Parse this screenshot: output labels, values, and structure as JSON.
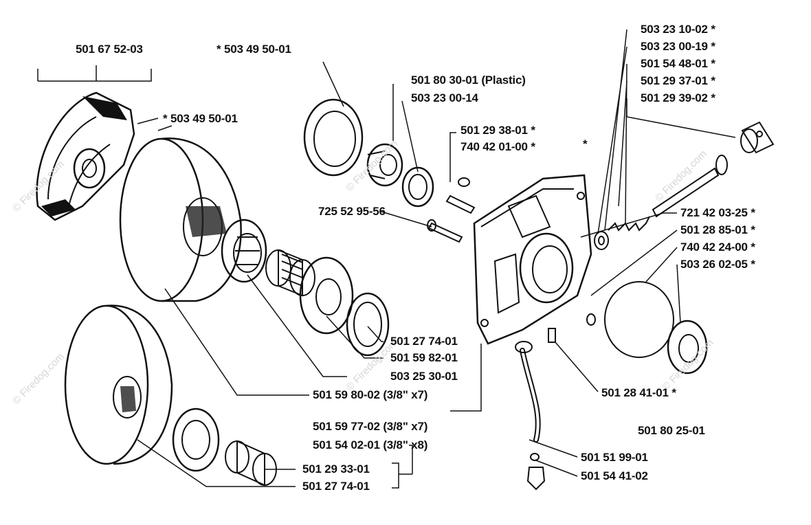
{
  "watermark": "© Firedog.com",
  "labels": {
    "l01": "501 67 52-03",
    "l02": "* 503 49 50-01",
    "l03": "* 503 49 50-01",
    "l04": "501 80 30-01 (Plastic)",
    "l05": "503 23 00-14",
    "l06": "501 29 38-01 *",
    "l07": "740 42 01-00 *",
    "l08": "*",
    "l09": "725 52 95-56",
    "l10": "503 23 10-02 *",
    "l11": "503 23 00-19 *",
    "l12": "501 54 48-01 *",
    "l13": "501 29 37-01 *",
    "l14": "501 29 39-02 *",
    "l15": "721 42 03-25 *",
    "l16": "501 28 85-01 *",
    "l17": "740 42 24-00 *",
    "l18": "503 26 02-05 *",
    "l19": "501 27 74-01",
    "l20": "501 59 82-01",
    "l21": "503 25 30-01",
    "l22": "501 59 80-02 (3/8\" x7)",
    "l23": "501 59 77-02 (3/8\" x7)",
    "l24": "501 54 02-01 (3/8\" x8)",
    "l25": "501 29 33-01",
    "l26": "501 27 74-01",
    "l27": "501 28 41-01 *",
    "l28": "501 80 25-01",
    "l29": "501 51 99-01",
    "l30": "501 54 41-02"
  }
}
